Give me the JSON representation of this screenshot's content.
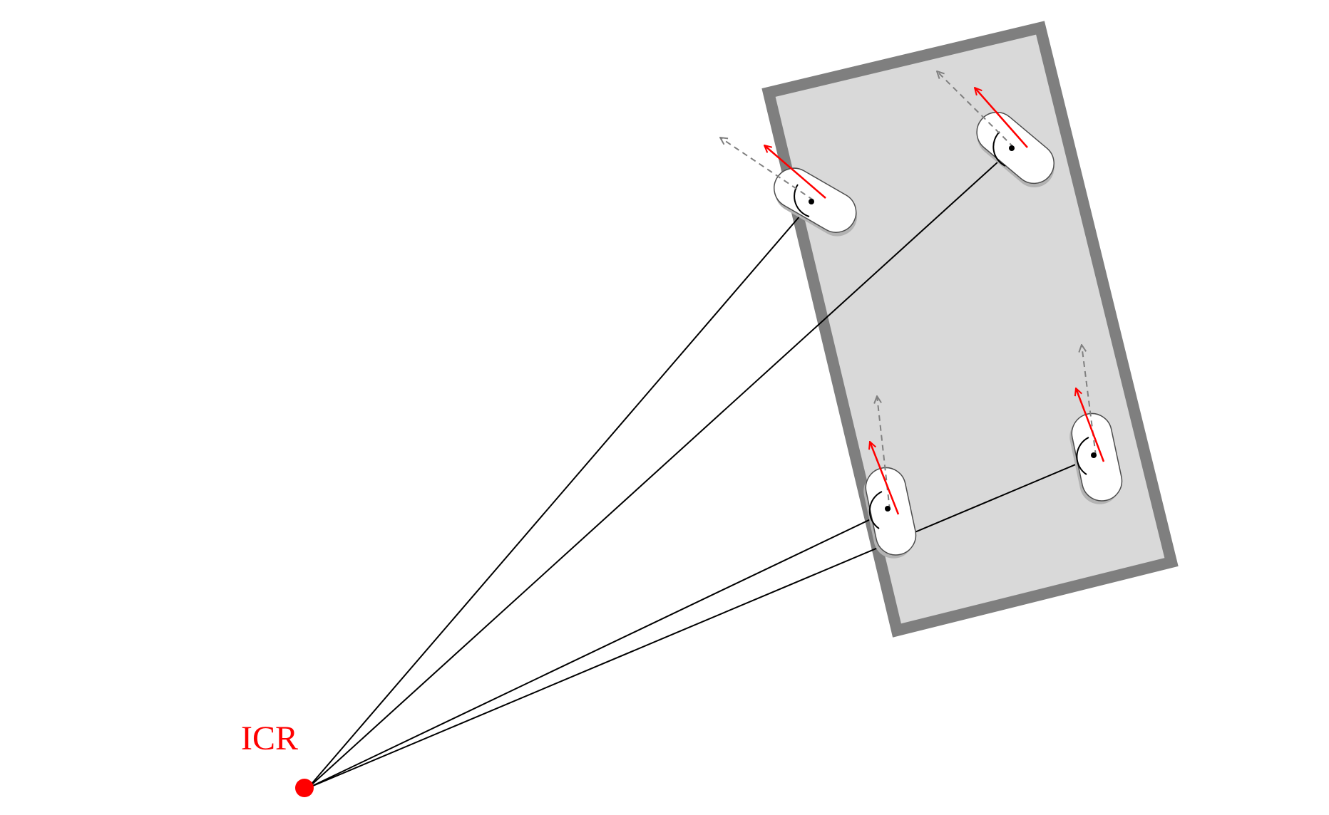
{
  "diagram": {
    "icr_label": "ICR",
    "colors": {
      "chassis_fill": "#d9d9d9",
      "chassis_border": "#7f7f7f",
      "wheel_fill": "#ffffff",
      "wheel_shadow": "#b3b3b3",
      "wheel_outline": "#4d4d4d",
      "velocity_arrow": "#ff0000",
      "dashed_arrow": "#808080",
      "radius_line": "#000000",
      "icr_point": "#ff0000",
      "icr_label": "#ff0000"
    },
    "wheels": [
      {
        "id": "front-left"
      },
      {
        "id": "front-right"
      },
      {
        "id": "rear-left"
      },
      {
        "id": "rear-right"
      }
    ]
  }
}
